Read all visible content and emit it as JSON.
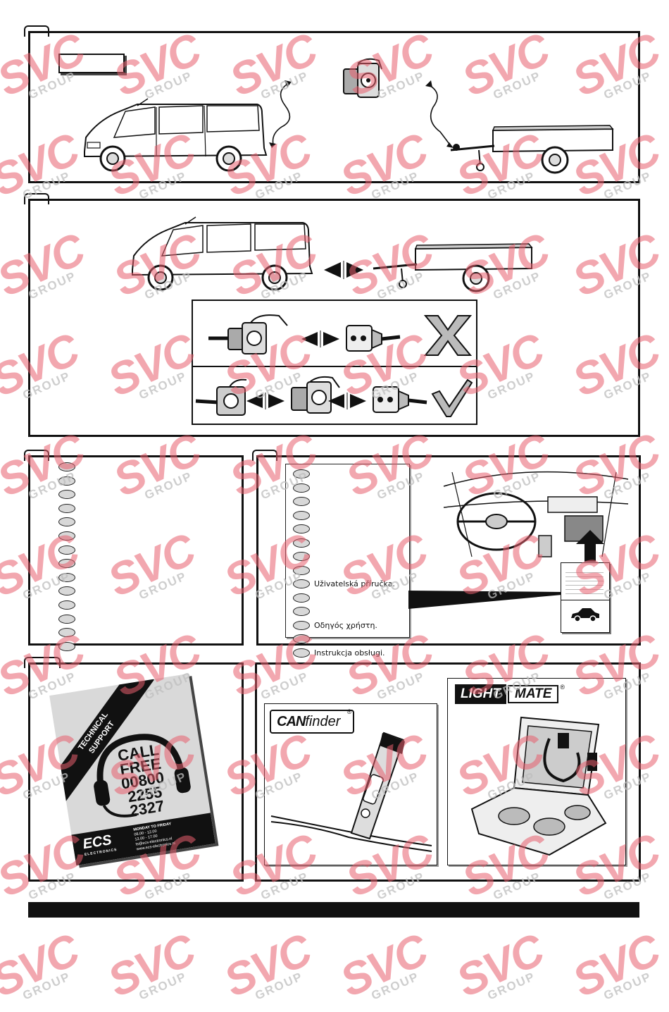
{
  "watermark": {
    "main": "SVC",
    "sub": "GROUP",
    "color": "#e85f6e"
  },
  "panel4": {
    "items": [
      {
        "text": ""
      },
      {
        "text": ""
      },
      {
        "text": ""
      },
      {
        "text": ""
      },
      {
        "text": ""
      },
      {
        "text": ""
      },
      {
        "text": ""
      },
      {
        "text": ""
      },
      {
        "text": "Uživatelská příručka."
      },
      {
        "text": ""
      },
      {
        "text": ""
      },
      {
        "text": "Οδηγός χρήστη."
      },
      {
        "text": ""
      },
      {
        "text": "Instrukcja obsługi."
      }
    ]
  },
  "support_card": {
    "heading_line1": "TECHNICAL",
    "heading_line2": "SUPPORT",
    "call_line1": "CALL",
    "call_line2": "FREE",
    "number_line1": "00800",
    "number_line2": "2255",
    "number_line3": "2327",
    "brand": "ECS",
    "brand_sub": "ELECTRONICS",
    "hours_title": "MONDAY TO FRIDAY",
    "hours_1": "08.00 - 12.00",
    "hours_2": "13.00 - 17.00",
    "email": "ts@ecs-electronics.nl",
    "website": "www.ecs-electronics.nl"
  },
  "products": {
    "canfinder_logo_a": "CAN",
    "canfinder_logo_b": "finder",
    "lightmate_logo_a": "LIGHT",
    "lightmate_logo_b": "MATE",
    "registered": "®"
  }
}
